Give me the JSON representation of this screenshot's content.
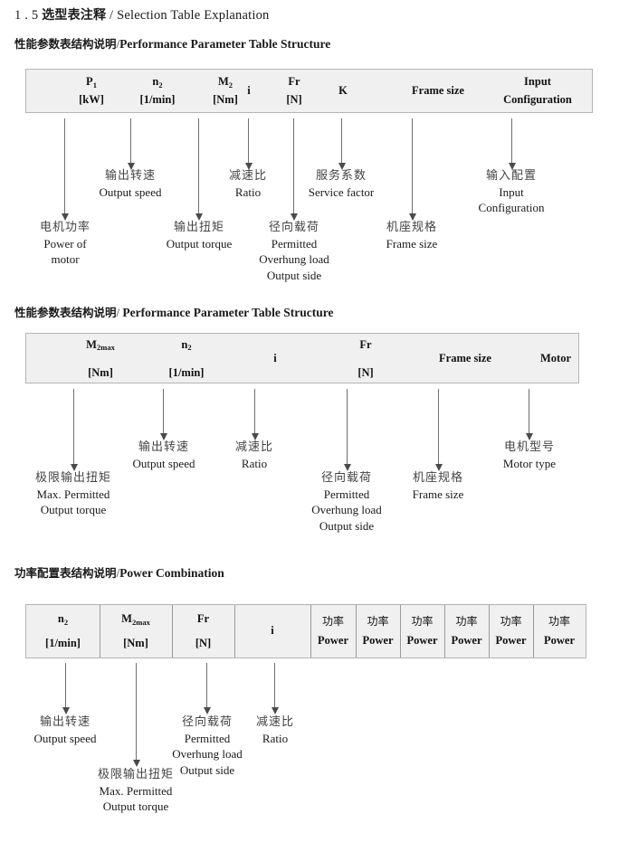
{
  "document": {
    "title_number": "1 . 5",
    "title_cn": "选型表注释",
    "title_sep": "/",
    "title_en": "Selection Table Explanation"
  },
  "sections": [
    {
      "heading_cn": "性能参数表结构说明",
      "heading_sep": "/",
      "heading_en": "Performance Parameter Table Structure",
      "table": {
        "columns": [
          {
            "line1": "P",
            "sub1": "1",
            "line2": "[kW]"
          },
          {
            "line1": "n",
            "sub1": "2",
            "line2": "[1/min]"
          },
          {
            "line1": "M",
            "sub1": "2",
            "line2": "[Nm]"
          },
          {
            "line1": "i",
            "sub1": "",
            "line2": ""
          },
          {
            "line1": "Fr",
            "sub1": "",
            "line2": "[N]"
          },
          {
            "line1": "K",
            "sub1": "",
            "line2": ""
          },
          {
            "line1": "Frame size",
            "sub1": "",
            "line2": ""
          },
          {
            "line1": "Input",
            "sub1": "",
            "line2": "Configuration"
          }
        ]
      },
      "annotations": [
        {
          "cn": "电机功率",
          "en": [
            "Power of",
            "motor"
          ]
        },
        {
          "cn": "输出转速",
          "en": [
            "Output speed"
          ]
        },
        {
          "cn": "输出扭矩",
          "en": [
            "Output torque"
          ]
        },
        {
          "cn": "减速比",
          "en": [
            "Ratio"
          ]
        },
        {
          "cn": "径向载荷",
          "en": [
            "Permitted",
            "Overhung load",
            "Output side"
          ]
        },
        {
          "cn": "服务系数",
          "en": [
            "Service factor"
          ]
        },
        {
          "cn": "机座规格",
          "en": [
            "Frame size"
          ]
        },
        {
          "cn": "输入配置",
          "en": [
            "Input",
            "Configuration"
          ]
        }
      ]
    },
    {
      "heading_cn": "性能参数表结构说明",
      "heading_sep": "/",
      "heading_en": "Performance Parameter Table Structure",
      "table": {
        "columns": [
          {
            "line1": "M",
            "sub1": "2max",
            "line2": "[Nm]"
          },
          {
            "line1": "n",
            "sub1": "2",
            "line2": "[1/min]"
          },
          {
            "line1": "i",
            "sub1": "",
            "line2": ""
          },
          {
            "line1": "Fr",
            "sub1": "",
            "line2": "[N]"
          },
          {
            "line1": "Frame size",
            "sub1": "",
            "line2": ""
          },
          {
            "line1": "Motor",
            "sub1": "",
            "line2": ""
          }
        ]
      },
      "annotations": [
        {
          "cn": "极限输出扭矩",
          "en": [
            "Max. Permitted",
            "Output  torque"
          ]
        },
        {
          "cn": "输出转速",
          "en": [
            "Output speed"
          ]
        },
        {
          "cn": "减速比",
          "en": [
            "Ratio"
          ]
        },
        {
          "cn": "径向载荷",
          "en": [
            "Permitted",
            "Overhung load",
            "Output side"
          ]
        },
        {
          "cn": "机座规格",
          "en": [
            "Frame size"
          ]
        },
        {
          "cn": "电机型号",
          "en": [
            "Motor type"
          ]
        }
      ]
    },
    {
      "heading_cn": "功率配置表结构说明",
      "heading_sep": "/",
      "heading_en": "Power Combination",
      "table": {
        "columns": [
          {
            "line1": "n",
            "sub1": "2",
            "line2": "[1/min]"
          },
          {
            "line1": "M",
            "sub1": "2max",
            "line2": "[Nm]"
          },
          {
            "line1": "Fr",
            "sub1": "",
            "line2": "[N]"
          },
          {
            "line1": "i",
            "sub1": "",
            "line2": ""
          },
          {
            "line1": "功率",
            "sub1": "",
            "line2": "Power"
          },
          {
            "line1": "功率",
            "sub1": "",
            "line2": "Power"
          },
          {
            "line1": "功率",
            "sub1": "",
            "line2": "Power"
          },
          {
            "line1": "功率",
            "sub1": "",
            "line2": "Power"
          },
          {
            "line1": "功率",
            "sub1": "",
            "line2": "Power"
          },
          {
            "line1": "功率",
            "sub1": "",
            "line2": "Power"
          }
        ]
      },
      "annotations": [
        {
          "cn": "输出转速",
          "en": [
            "Output speed"
          ]
        },
        {
          "cn": "极限输出扭矩",
          "en": [
            "Max. Permitted",
            "Output  torque"
          ]
        },
        {
          "cn": "径向载荷",
          "en": [
            "Permitted",
            "Overhung load",
            "Output side"
          ]
        },
        {
          "cn": "减速比",
          "en": [
            "Ratio"
          ]
        }
      ]
    }
  ]
}
